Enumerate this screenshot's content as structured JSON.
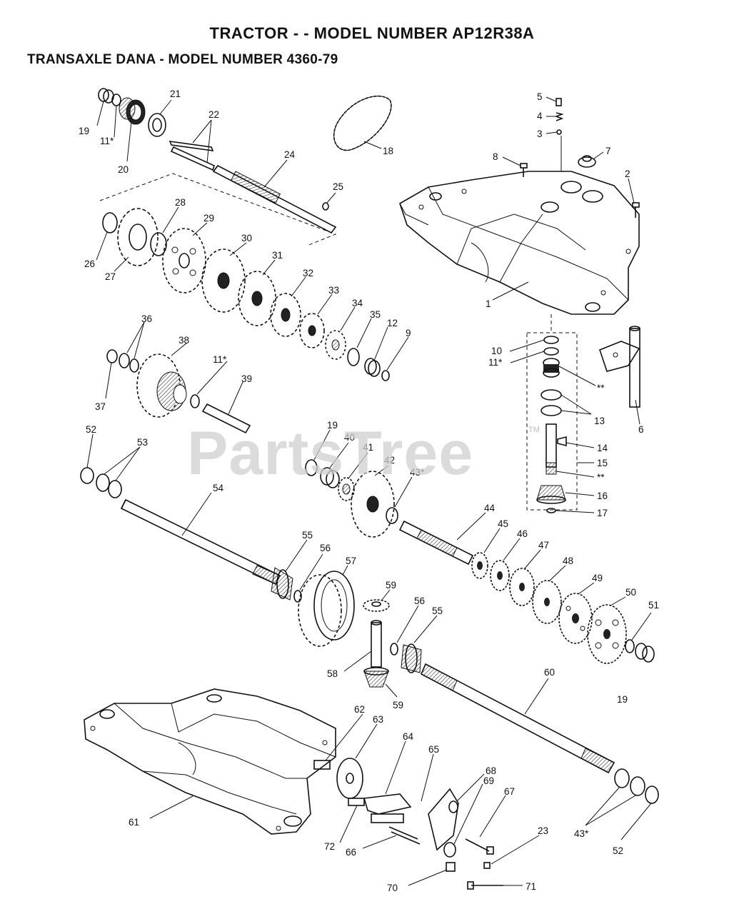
{
  "header": {
    "title": "TRACTOR - - MODEL NUMBER AP12R38A",
    "subtitle": "TRANSAXLE DANA - MODEL NUMBER 4360-79"
  },
  "watermark": {
    "text": "PartsTree",
    "mark": "TM"
  },
  "callouts": [
    {
      "id": "c19a",
      "text": "19"
    },
    {
      "id": "c11a",
      "text": "11*"
    },
    {
      "id": "c20",
      "text": "20"
    },
    {
      "id": "c21",
      "text": "21"
    },
    {
      "id": "c22",
      "text": "22"
    },
    {
      "id": "c24",
      "text": "24"
    },
    {
      "id": "c25",
      "text": "25"
    },
    {
      "id": "c18",
      "text": "18"
    },
    {
      "id": "c5",
      "text": "5"
    },
    {
      "id": "c4",
      "text": "4"
    },
    {
      "id": "c3",
      "text": "3"
    },
    {
      "id": "c8",
      "text": "8"
    },
    {
      "id": "c7",
      "text": "7"
    },
    {
      "id": "c2",
      "text": "2"
    },
    {
      "id": "c1",
      "text": "1"
    },
    {
      "id": "c26",
      "text": "26"
    },
    {
      "id": "c27",
      "text": "27"
    },
    {
      "id": "c28",
      "text": "28"
    },
    {
      "id": "c29",
      "text": "29"
    },
    {
      "id": "c30",
      "text": "30"
    },
    {
      "id": "c31",
      "text": "31"
    },
    {
      "id": "c32",
      "text": "32"
    },
    {
      "id": "c33",
      "text": "33"
    },
    {
      "id": "c34",
      "text": "34"
    },
    {
      "id": "c35",
      "text": "35"
    },
    {
      "id": "c12",
      "text": "12"
    },
    {
      "id": "c9",
      "text": "9"
    },
    {
      "id": "c36",
      "text": "36"
    },
    {
      "id": "c37",
      "text": "37"
    },
    {
      "id": "c38",
      "text": "38"
    },
    {
      "id": "c11b",
      "text": "11*"
    },
    {
      "id": "c39",
      "text": "39"
    },
    {
      "id": "c10",
      "text": "10"
    },
    {
      "id": "c11c",
      "text": "11*"
    },
    {
      "id": "cstar1",
      "text": "**"
    },
    {
      "id": "c13",
      "text": "13"
    },
    {
      "id": "c6",
      "text": "6"
    },
    {
      "id": "c14",
      "text": "14"
    },
    {
      "id": "c15",
      "text": "15"
    },
    {
      "id": "cstar2",
      "text": "**"
    },
    {
      "id": "c16",
      "text": "16"
    },
    {
      "id": "c17",
      "text": "17"
    },
    {
      "id": "c52a",
      "text": "52"
    },
    {
      "id": "c53",
      "text": "53"
    },
    {
      "id": "c54",
      "text": "54"
    },
    {
      "id": "c19b",
      "text": "19"
    },
    {
      "id": "c40",
      "text": "40"
    },
    {
      "id": "c41",
      "text": "41"
    },
    {
      "id": "c42",
      "text": "42"
    },
    {
      "id": "c43a",
      "text": "43*"
    },
    {
      "id": "c44",
      "text": "44"
    },
    {
      "id": "c45",
      "text": "45"
    },
    {
      "id": "c46",
      "text": "46"
    },
    {
      "id": "c47",
      "text": "47"
    },
    {
      "id": "c48",
      "text": "48"
    },
    {
      "id": "c49",
      "text": "49"
    },
    {
      "id": "c50a",
      "text": "50"
    },
    {
      "id": "c51",
      "text": "51"
    },
    {
      "id": "c55a",
      "text": "55"
    },
    {
      "id": "c56a",
      "text": "56"
    },
    {
      "id": "c57",
      "text": "57"
    },
    {
      "id": "c59a",
      "text": "59"
    },
    {
      "id": "c56b",
      "text": "56"
    },
    {
      "id": "c55b",
      "text": "55"
    },
    {
      "id": "c58",
      "text": "58"
    },
    {
      "id": "c59b",
      "text": "59"
    },
    {
      "id": "c60",
      "text": "60"
    },
    {
      "id": "c19c",
      "text": "19"
    },
    {
      "id": "c62",
      "text": "62"
    },
    {
      "id": "c63",
      "text": "63"
    },
    {
      "id": "c64",
      "text": "64"
    },
    {
      "id": "c65",
      "text": "65"
    },
    {
      "id": "c68",
      "text": "68"
    },
    {
      "id": "c69",
      "text": "69"
    },
    {
      "id": "c67",
      "text": "67"
    },
    {
      "id": "c23",
      "text": "23"
    },
    {
      "id": "c61",
      "text": "61"
    },
    {
      "id": "c72",
      "text": "72"
    },
    {
      "id": "c66",
      "text": "66"
    },
    {
      "id": "c70",
      "text": "70"
    },
    {
      "id": "c71",
      "text": "71"
    },
    {
      "id": "c43b",
      "text": "43*"
    },
    {
      "id": "c52b",
      "text": "52"
    }
  ]
}
